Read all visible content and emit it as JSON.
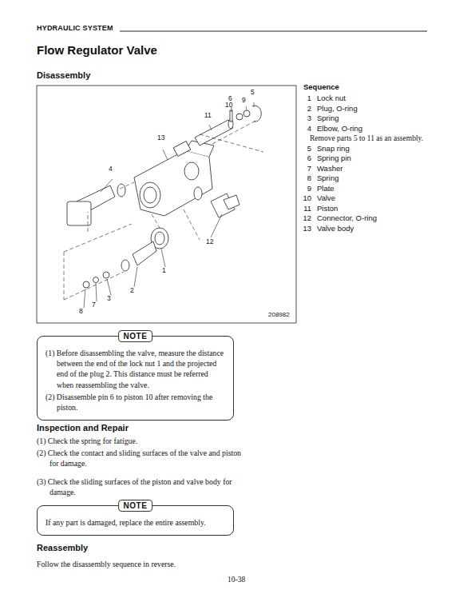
{
  "diagram": {
    "title": "Flow Regulator Valve",
    "nodes": [
      {
        "text": [
          "NOTE",
          "(1) Before disassembling the valve, measure the distance between the end of the lock nut 1 and the projected end of the plug 2. This distance must be referred when reassembling the valve.",
          "(2) Disassemble pin 6 to piston 10 after removing the piston."
        ]
      },
      {
        "text": [
          "NOTE",
          "If any part is damaged, replace the entire assembly."
        ]
      }
    ],
    "labels": [
      "HYDRAULIC SYSTEM",
      "Disassembly",
      "Sequence",
      "1",
      "Lock nut",
      "2",
      "Plug, O-ring",
      "3",
      "Spring",
      "4",
      "Elbow, O-ring",
      "Remove parts 5 to 11 as an assembly.",
      "5",
      "Snap ring",
      "6",
      "Spring pin",
      "7",
      "Washer",
      "8",
      "Spring",
      "9",
      "Plate",
      "10",
      "Valve",
      "11",
      "Piston",
      "12",
      "Connector, O-ring",
      "13",
      "Valve body",
      "6",
      "10",
      "9",
      "5",
      "11",
      "13",
      "4",
      "12",
      "1",
      "2",
      "3",
      "7",
      "8",
      "208982",
      "Inspection and Repair",
      "(1) Check the spring for fatigue.",
      "(2) Check the contact and sliding surfaces of the valve and piston for damage.",
      "(3) Check the sliding surfaces of the piston and valve body for damage.",
      "Reassembly",
      "Follow the disassembly sequence in reverse.",
      "10-38"
    ]
  }
}
